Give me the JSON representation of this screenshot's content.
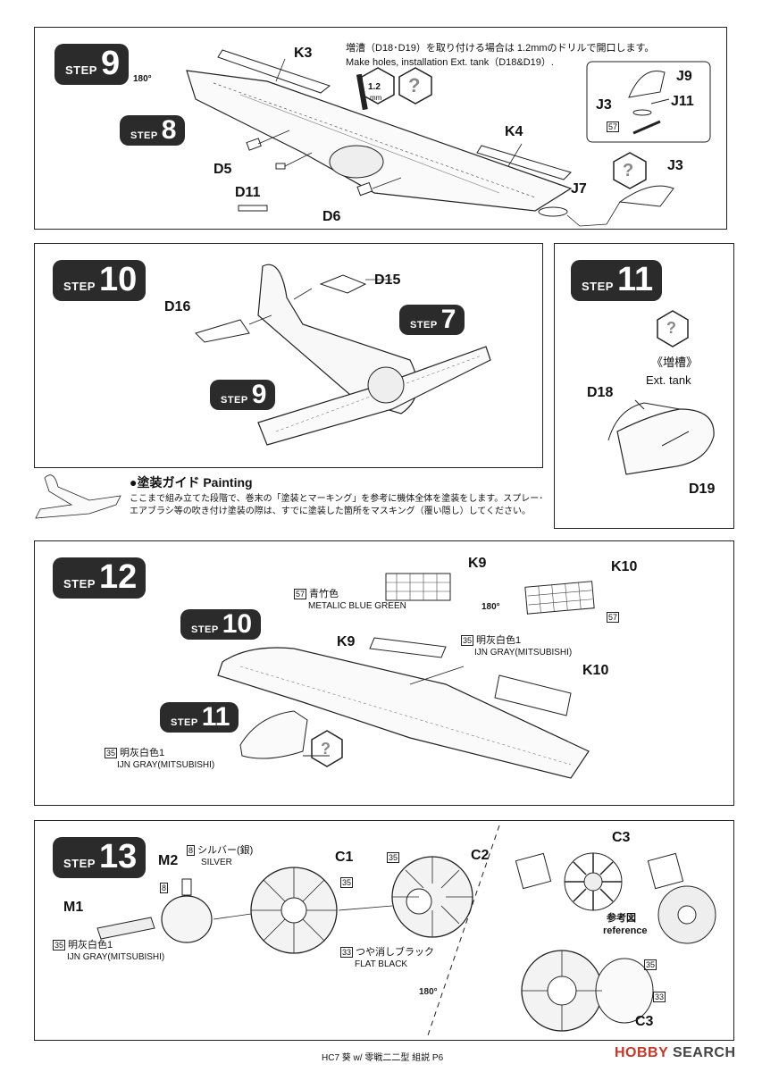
{
  "step9": {
    "step_word": "STEP",
    "step_num": "9",
    "inner_step_num": "8",
    "rotate": "180°",
    "note_jp": "増漕（D18･D19）を取り付ける場合は 1.2mmのドリルで開口します。",
    "note_en": "Make holes, installation Ext. tank（D18&D19）.",
    "drill": "1.2",
    "drill_unit": "mm",
    "code_j11": "57",
    "labels": {
      "k3": "K3",
      "k4": "K4",
      "d5": "D5",
      "d6": "D6",
      "d11": "D11",
      "j7": "J7",
      "j3a": "J3",
      "j3b": "J3",
      "j9": "J9",
      "j11": "J11"
    }
  },
  "step10": {
    "step_word": "STEP",
    "step_num": "10",
    "inner7": "7",
    "inner9": "9",
    "labels": {
      "d15": "D15",
      "d16": "D16"
    }
  },
  "step11": {
    "step_word": "STEP",
    "step_num": "11",
    "tank_jp": "《増槽》",
    "tank_en": "Ext. tank",
    "labels": {
      "d18": "D18",
      "d19": "D19"
    }
  },
  "painting": {
    "title": "●塗装ガイド Painting",
    "line1": "ここまで組み立てた段階で、巻末の「塗装とマーキング」を参考に機体全体を塗装をします。スプレー･",
    "line2": "エアブラシ等の吹き付け塗装の際は、すでに塗装した箇所をマスキング（覆い隠し）してください。"
  },
  "step12": {
    "step_word": "STEP",
    "step_num": "12",
    "inner10": "10",
    "inner11": "11",
    "rotate": "180°",
    "k9_code": "57",
    "k9_color_jp": "青竹色",
    "k9_color_en": "METALIC BLUE GREEN",
    "k10_code": "57",
    "wing_code": "35",
    "wing_color_jp": "明灰白色1",
    "wing_color_en": "IJN GRAY(MITSUBISHI)",
    "tank_code": "35",
    "tank_color_jp": "明灰白色1",
    "tank_color_en": "IJN GRAY(MITSUBISHI)",
    "labels": {
      "k9a": "K9",
      "k9b": "K9",
      "k10a": "K10",
      "k10b": "K10"
    }
  },
  "step13": {
    "step_word": "STEP",
    "step_num": "13",
    "silver_code": "8",
    "silver_jp": "シルバー(銀)",
    "silver_en": "SILVER",
    "m2_code": "8",
    "m1_code": "35",
    "m1_color_jp": "明灰白色1",
    "m1_color_en": "IJN GRAY(MITSUBISHI)",
    "c1_code": "35",
    "c2_code": "35",
    "black_code": "33",
    "black_jp": "つや消しブラック",
    "black_en": "FLAT BLACK",
    "rotate": "180°",
    "ref_jp": "参考図",
    "ref_en": "reference",
    "c3_code_a": "35",
    "c3_code_b": "33",
    "labels": {
      "m1": "M1",
      "m2": "M2",
      "c1": "C1",
      "c2": "C2",
      "c3a": "C3",
      "c3b": "C3"
    }
  },
  "footer": {
    "text": "HC7 葵 w/ 零戦二二型 組説 P6",
    "brand_a": "HOBBY",
    "brand_b": "SEARCH"
  },
  "colors": {
    "step_bg": "#2b2b2b",
    "line": "#222222",
    "brand": "#c0392b"
  }
}
